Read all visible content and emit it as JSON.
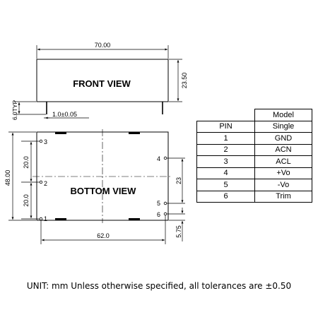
{
  "front_view": {
    "title": "FRONT VIEW",
    "dim_width": "70.00",
    "dim_height": "23.50",
    "dim_pin_height": "6.0TYP",
    "dim_pin_dia": "1.0±0.05"
  },
  "bottom_view": {
    "title": "BOTTOM VIEW",
    "dim_height": "48.00",
    "dim_upper": "20.0",
    "dim_lower": "20.0",
    "dim_right": "23",
    "dim_bottom_offset": "5.75",
    "dim_width": "62.0",
    "pins": [
      "1",
      "2",
      "3",
      "4",
      "5",
      "6"
    ]
  },
  "pin_table": {
    "header_model": "Model",
    "header_pin": "PIN",
    "header_variant": "Single",
    "rows": [
      {
        "pin": "1",
        "func": "GND"
      },
      {
        "pin": "2",
        "func": "ACN"
      },
      {
        "pin": "3",
        "func": "ACL"
      },
      {
        "pin": "4",
        "func": "+Vo"
      },
      {
        "pin": "5",
        "func": "-Vo"
      },
      {
        "pin": "6",
        "func": "Trim"
      }
    ]
  },
  "footnote": "UNIT: mm Unless otherwise specified, all tolerances are ±0.50"
}
